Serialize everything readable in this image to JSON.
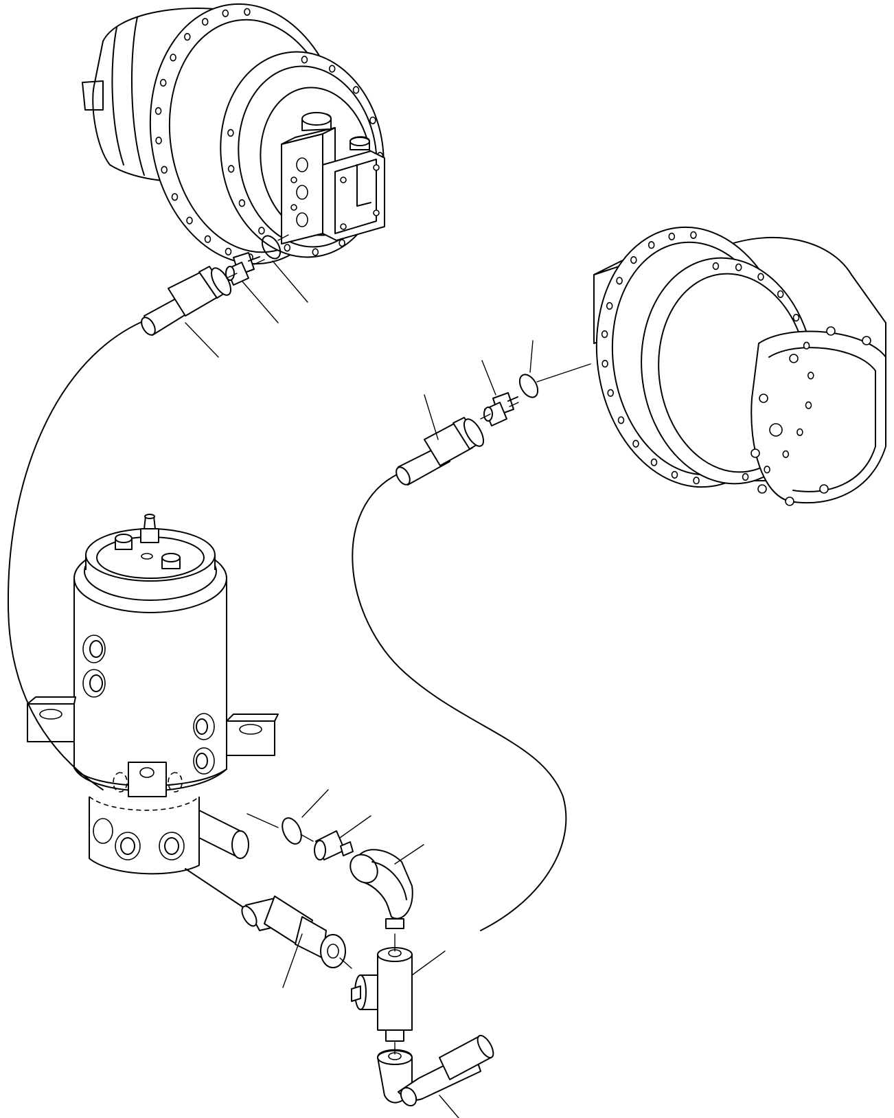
{
  "diagram": {
    "components": [
      {
        "id": "travel-motor-left",
        "kind": "final-drive"
      },
      {
        "id": "travel-motor-right",
        "kind": "final-drive"
      },
      {
        "id": "swivel-joint",
        "kind": "center-joint"
      },
      {
        "id": "hose-left",
        "kind": "hose"
      },
      {
        "id": "hose-right",
        "kind": "hose"
      },
      {
        "id": "tee-fitting",
        "kind": "tee"
      },
      {
        "id": "elbow-upper",
        "kind": "elbow"
      },
      {
        "id": "elbow-lower",
        "kind": "elbow"
      },
      {
        "id": "adapter",
        "kind": "union"
      },
      {
        "id": "o-ring",
        "kind": "seal"
      }
    ],
    "leader_count": 11,
    "labels": []
  }
}
